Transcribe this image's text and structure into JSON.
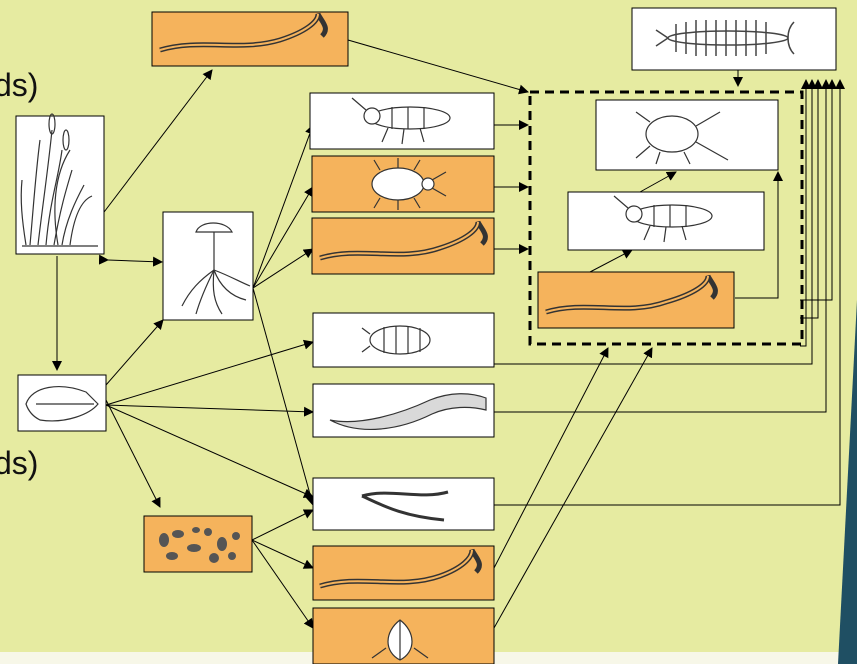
{
  "labels": {
    "top": "ds)",
    "bottom": "ds)"
  },
  "colors": {
    "background": "#e6eba1",
    "orange": "#f5b35c",
    "white": "#ffffff",
    "stroke": "#000000",
    "band_bottom": "#f7f7e8",
    "accent": "#1f4f63"
  },
  "nodes": [
    {
      "id": "nematode-top",
      "kind": "nematode",
      "fill": "orange"
    },
    {
      "id": "centipede",
      "kind": "centipede",
      "fill": "white"
    },
    {
      "id": "grass",
      "kind": "grass",
      "fill": "white"
    },
    {
      "id": "springtail-1",
      "kind": "springtail",
      "fill": "white"
    },
    {
      "id": "mite-hairy",
      "kind": "mite-hairy",
      "fill": "orange"
    },
    {
      "id": "nematode-2",
      "kind": "nematode",
      "fill": "orange"
    },
    {
      "id": "fungus",
      "kind": "fungus",
      "fill": "white"
    },
    {
      "id": "predatory-mite",
      "kind": "predatory-mite",
      "fill": "white"
    },
    {
      "id": "springtail-2",
      "kind": "springtail",
      "fill": "white"
    },
    {
      "id": "nematode-predator",
      "kind": "nematode",
      "fill": "orange"
    },
    {
      "id": "isopod",
      "kind": "isopod",
      "fill": "white"
    },
    {
      "id": "leaf",
      "kind": "leaf",
      "fill": "white"
    },
    {
      "id": "earthworm",
      "kind": "earthworm",
      "fill": "white"
    },
    {
      "id": "enchytraeid",
      "kind": "enchytraeid",
      "fill": "white"
    },
    {
      "id": "bacteria",
      "kind": "bacteria",
      "fill": "orange"
    },
    {
      "id": "nematode-3",
      "kind": "nematode",
      "fill": "orange"
    },
    {
      "id": "protozoa",
      "kind": "protozoa",
      "fill": "orange"
    }
  ],
  "predator_group": {
    "id": "predator-group",
    "style": "dashed"
  }
}
